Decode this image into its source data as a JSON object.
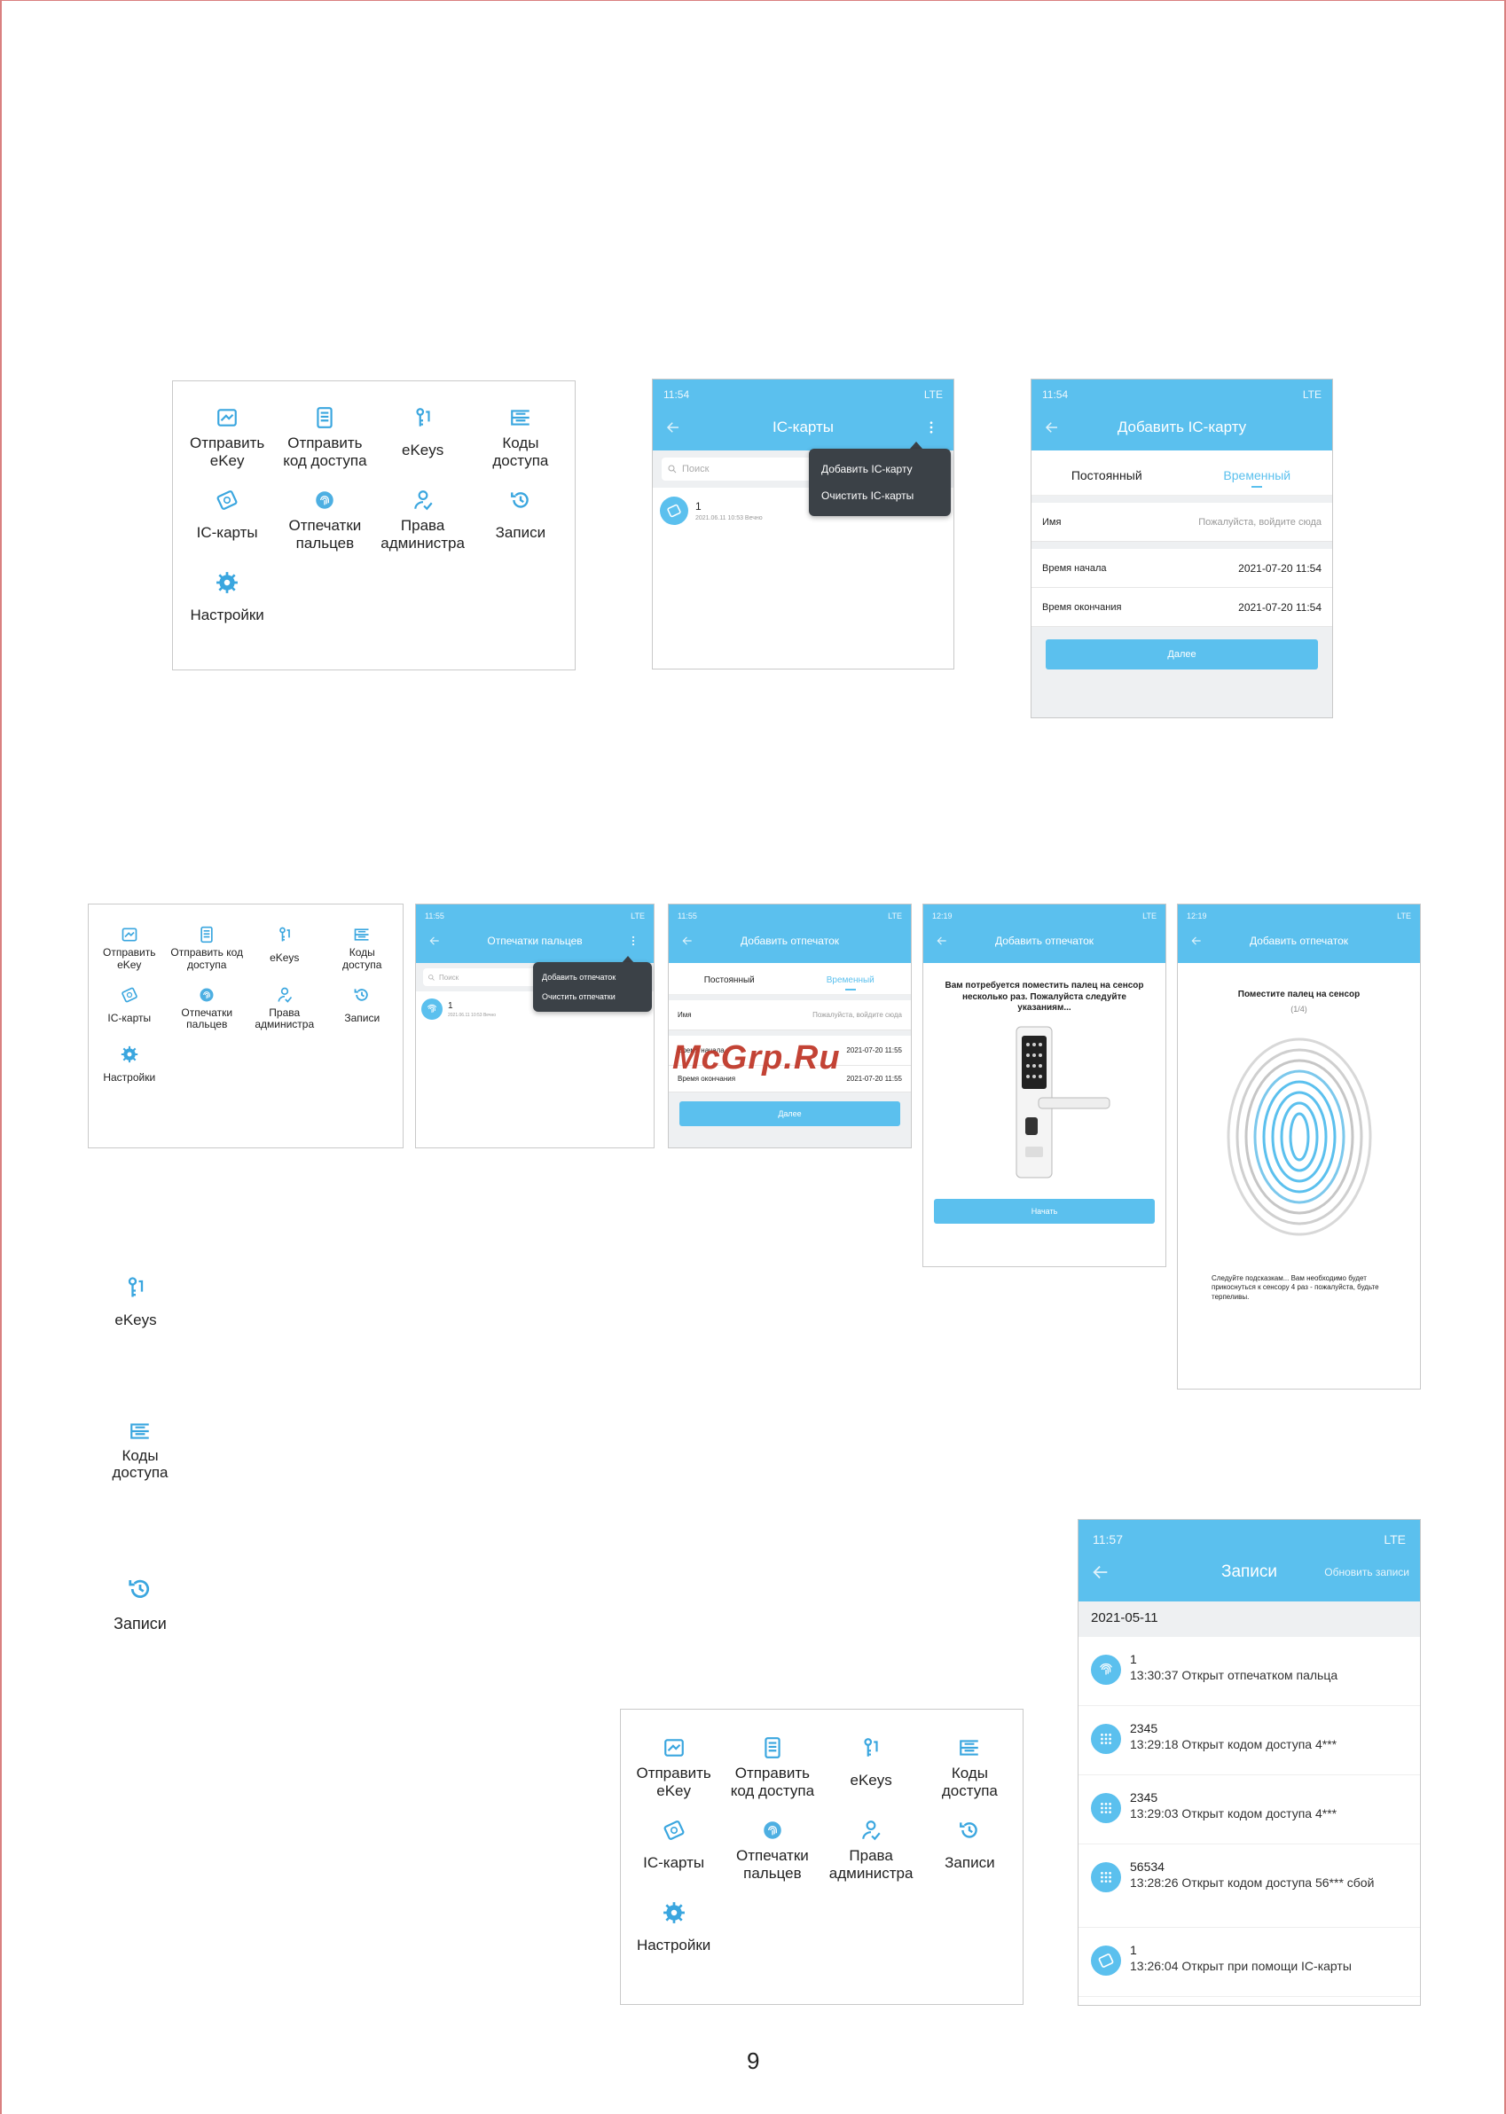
{
  "menu": {
    "send_ekey": "Отправить eKey",
    "send_code": "Отправить код доступа",
    "ekeys": "eKeys",
    "codes": "Коды доступа",
    "ic_cards": "IC-карты",
    "fingerprints": "Отпечатки пальцев",
    "admin_rights": "Права администра",
    "records": "Записи",
    "settings": "Настройки"
  },
  "ic_list": {
    "time": "11:54",
    "net": "LTE",
    "title": "IC-карты",
    "search": "Поиск",
    "dropdown_add": "Добавить IC-карту",
    "dropdown_clear": "Очистить IC-карты",
    "item_name": "1",
    "item_sub": "2021.06.11 10:53 Вечно"
  },
  "ic_add": {
    "time": "11:54",
    "net": "LTE",
    "title": "Добавить IC-карту",
    "tab_permanent": "Постоянный",
    "tab_temporary": "Временный",
    "name_label": "Имя",
    "name_placeholder": "Пожалуйста, войдите сюда",
    "start_label": "Время начала",
    "start_value": "2021-07-20 11:54",
    "end_label": "Время окончания",
    "end_value": "2021-07-20 11:54",
    "next": "Далее"
  },
  "fp_list": {
    "time": "11:55",
    "net": "LTE",
    "title": "Отпечатки пальцев",
    "search": "Поиск",
    "dropdown_add": "Добавить отпечаток",
    "dropdown_clear": "Очистить отпечатки",
    "item_name": "1",
    "item_sub": "2021.06.11 10:53 Вечно"
  },
  "fp_add": {
    "time": "11:55",
    "net": "LTE",
    "title": "Добавить отпечаток",
    "tab_permanent": "Постоянный",
    "tab_temporary": "Временный",
    "name_label": "Имя",
    "name_placeholder": "Пожалуйста, войдите сюда",
    "start_label": "Время начала",
    "start_value": "2021-07-20 11:55",
    "end_label": "Время окончания",
    "end_value": "2021-07-20 11:55",
    "next": "Далее"
  },
  "fp_intro": {
    "time": "12:19",
    "net": "LTE",
    "title": "Добавить отпечаток",
    "text": "Вам потребуется поместить палец на сенсор несколько раз. Пожалуйста следуйте указаниям...",
    "start": "Начать"
  },
  "fp_scan": {
    "time": "12:19",
    "net": "LTE",
    "title": "Добавить отпечаток",
    "heading": "Поместите палец на сенсор",
    "progress": "(1/4)",
    "text": "Следуйте подсказкам... Вам необходимо будет прикоснуться к сенсору 4 раз - пожалуйста, будьте терпеливы."
  },
  "side_icons": {
    "ekeys": "eKeys",
    "codes": "Коды доступа",
    "records": "Записи"
  },
  "records": {
    "time": "11:57",
    "net": "LTE",
    "title": "Записи",
    "refresh": "Обновить записи",
    "date": "2021-05-11",
    "items": [
      {
        "name": "1",
        "text": "13:30:37 Открыт отпечатком пальца"
      },
      {
        "name": "2345",
        "text": "13:29:18 Открыт кодом доступа 4***"
      },
      {
        "name": "2345",
        "text": "13:29:03 Открыт кодом доступа 4***"
      },
      {
        "name": "56534",
        "text": "13:28:26 Открыт кодом доступа 56*** сбой"
      },
      {
        "name": "1",
        "text": "13:26:04 Открыт при помощи IC-карты"
      }
    ]
  },
  "watermark": "McGrp.Ru",
  "page_number": "9",
  "colors": {
    "accent": "#5bc0ee",
    "dropdown": "#3b4147",
    "border": "#d98080"
  }
}
